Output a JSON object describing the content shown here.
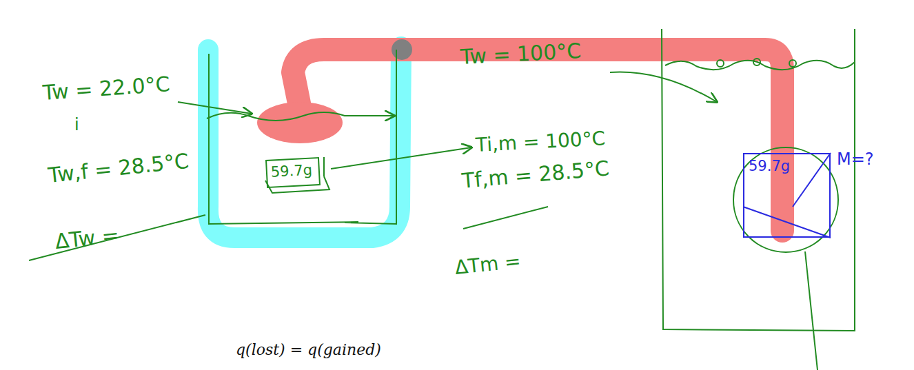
{
  "diagram": {
    "nodes": [
      {
        "text": [
          "59.7g"
        ]
      },
      {
        "text": [
          "59.7g"
        ]
      }
    ],
    "labels": [
      "Tw = 22.0°C",
      "i",
      "Tw,f = 28.5°C",
      "ΔTw =",
      "Ti,m = 100°C",
      "Tf,m = 28.5°C",
      "ΔTm =",
      "Tw = 100°C",
      "M=?",
      "q(lost) = q(gained)"
    ]
  }
}
